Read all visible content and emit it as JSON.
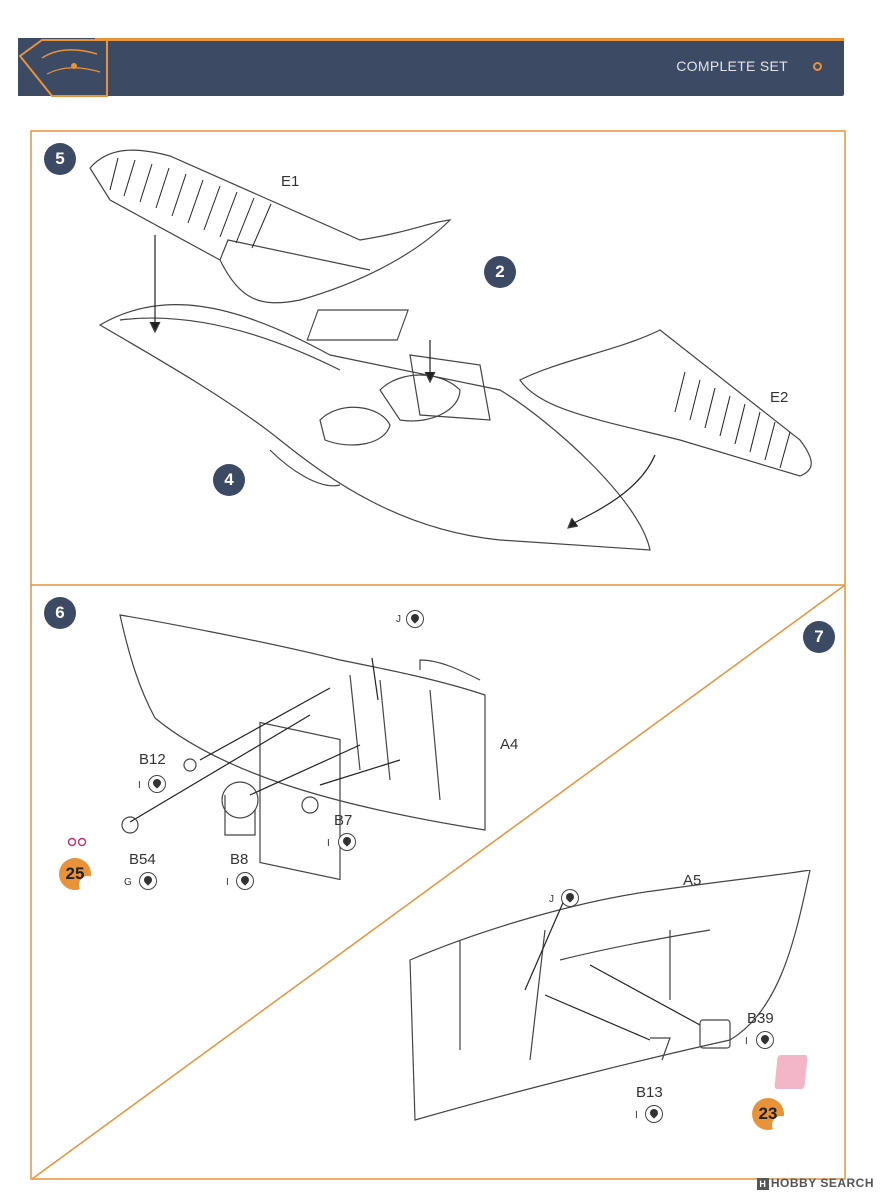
{
  "header": {
    "title": "COMPLETE SET",
    "accent": "#e8923a",
    "bar_color": "#3d4a63"
  },
  "steps": [
    {
      "number": "5"
    },
    {
      "number": "6"
    },
    {
      "number": "7"
    }
  ],
  "references": {
    "ref2": "2",
    "ref4": "4",
    "ref25": "25",
    "ref23": "23"
  },
  "parts": {
    "e1": "E1",
    "e2": "E2",
    "a4": "A4",
    "a5": "A5",
    "b12": "B12",
    "b54": "B54",
    "b8": "B8",
    "b7": "B7",
    "b39": "B39",
    "b13": "B13"
  },
  "glue_codes": {
    "j1": "J",
    "b12": "I",
    "b54": "G",
    "b8": "I",
    "b7": "I",
    "j2": "J",
    "b39": "I",
    "b13": "I"
  },
  "watermark": {
    "text": "HOBBY SEARCH",
    "icon": "H"
  },
  "icons": [
    "glue-drop-icon",
    "hobby-search-logo-icon",
    "clear-prop-logo-icon"
  ]
}
